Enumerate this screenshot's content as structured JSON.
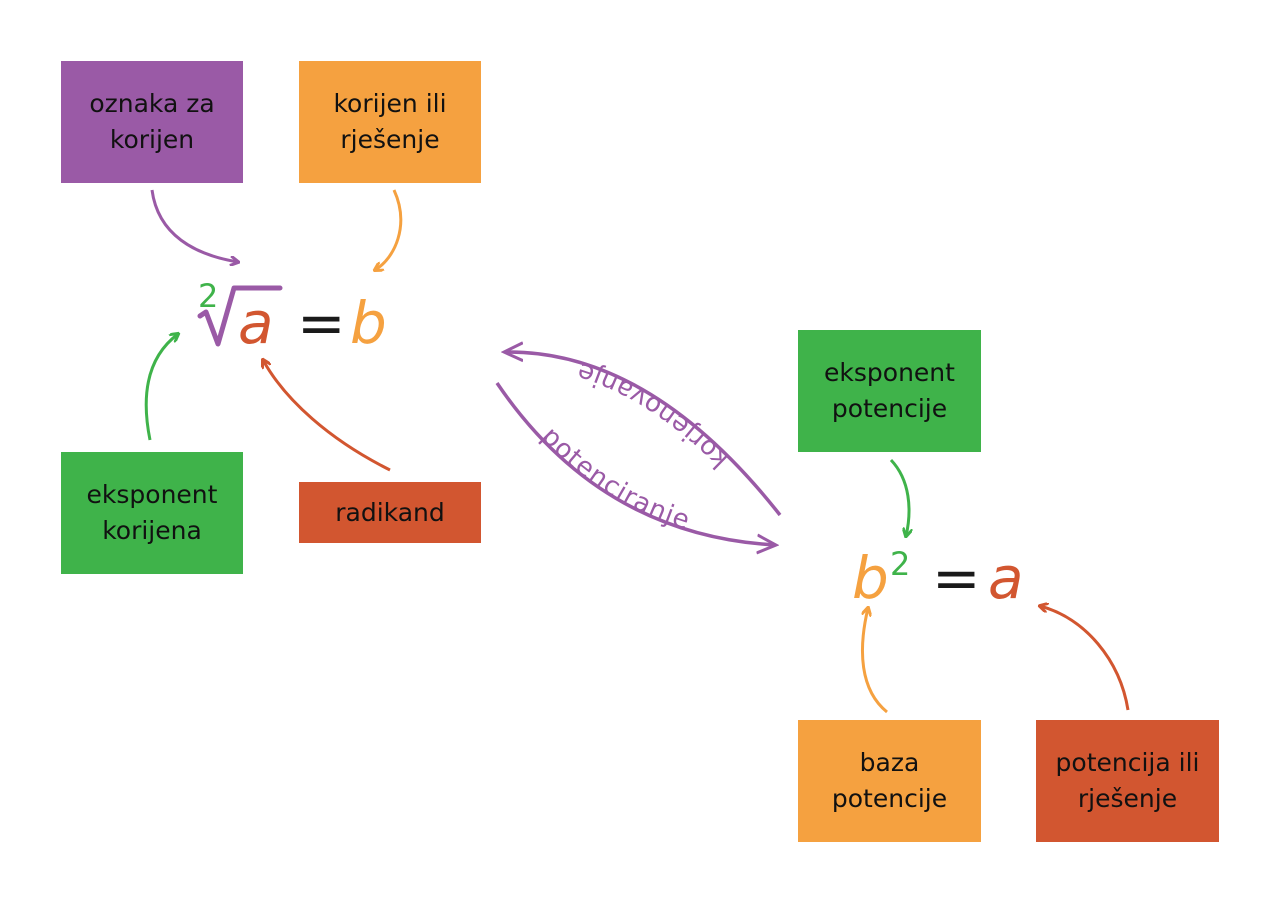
{
  "colors": {
    "purple": "#9a5aa6",
    "orange": "#f5a140",
    "green": "#3fb34a",
    "red": "#d25630",
    "black": "#1a1a1a"
  },
  "labels": {
    "oznaka": "oznaka za\nkorijen",
    "korijen": "korijen ili\nrješenje",
    "eksponent_korijena": "eksponent\nkorijena",
    "radikand": "radikand",
    "eksponent_potencije": "eksponent\npotencije",
    "baza": "baza\npotencije",
    "potencija": "potencija ili\nrješenje"
  },
  "formula_root": {
    "index": "2",
    "radicand": "a",
    "equals": "=",
    "result": "b"
  },
  "formula_power": {
    "base": "b",
    "exponent": "2",
    "equals": "=",
    "result": "a"
  },
  "operations": {
    "root": "korjenovanje",
    "power": "potenciranje"
  }
}
